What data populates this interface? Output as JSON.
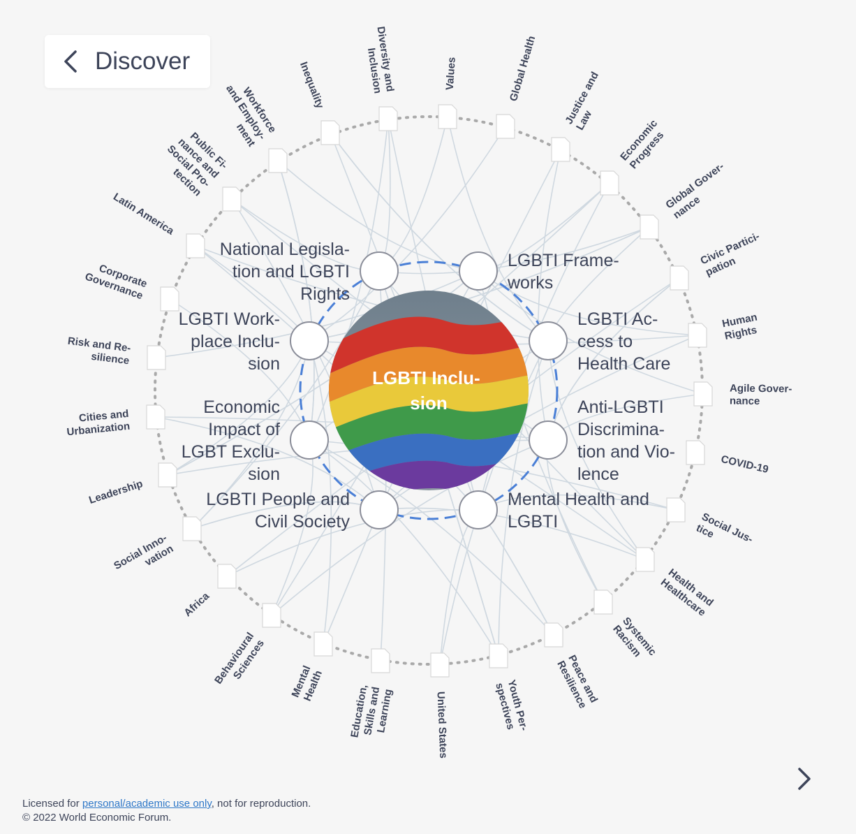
{
  "header": {
    "back_label": "Discover"
  },
  "center": {
    "title_lines": [
      "LGBTI Inclu-",
      "sion"
    ]
  },
  "key_issues": [
    {
      "lines": [
        "National Legisla-",
        "tion and LGBTI",
        "Rights"
      ]
    },
    {
      "lines": [
        "LGBTI Frame-",
        "works"
      ]
    },
    {
      "lines": [
        "LGBTI Ac-",
        "cess to",
        "Health Care"
      ]
    },
    {
      "lines": [
        "Anti-LGBTI",
        "Discrimina-",
        "tion and Vio-",
        "lence"
      ]
    },
    {
      "lines": [
        "Mental Health and",
        "LGBTI"
      ]
    },
    {
      "lines": [
        "LGBTI People and",
        "Civil Society"
      ]
    },
    {
      "lines": [
        "Economic",
        "Impact of",
        "LGBT Exclu-",
        "sion"
      ]
    },
    {
      "lines": [
        "LGBTI Work-",
        "place Inclu-",
        "sion"
      ]
    }
  ],
  "topics": [
    {
      "lines": [
        "Values"
      ]
    },
    {
      "lines": [
        "Global Health"
      ]
    },
    {
      "lines": [
        "Justice and",
        "Law"
      ]
    },
    {
      "lines": [
        "Economic",
        "Progress"
      ]
    },
    {
      "lines": [
        "Global Gover-",
        "nance"
      ]
    },
    {
      "lines": [
        "Civic Partici-",
        "pation"
      ]
    },
    {
      "lines": [
        "Human",
        "Rights"
      ]
    },
    {
      "lines": [
        "Agile Gover-",
        "nance"
      ]
    },
    {
      "lines": [
        "COVID-19"
      ]
    },
    {
      "lines": [
        "Social Jus-",
        "tice"
      ]
    },
    {
      "lines": [
        "Health and",
        "Healthcare"
      ]
    },
    {
      "lines": [
        "Systemic",
        "Racism"
      ]
    },
    {
      "lines": [
        "Peace and",
        "Resilience"
      ]
    },
    {
      "lines": [
        "Youth Per-",
        "spectives"
      ]
    },
    {
      "lines": [
        "United States"
      ]
    },
    {
      "lines": [
        "Education,",
        "Skills and",
        "Learning"
      ]
    },
    {
      "lines": [
        "Mental",
        "Health"
      ]
    },
    {
      "lines": [
        "Behavioural",
        "Sciences"
      ]
    },
    {
      "lines": [
        "Africa"
      ]
    },
    {
      "lines": [
        "Social Inno-",
        "vation"
      ]
    },
    {
      "lines": [
        "Leadership"
      ]
    },
    {
      "lines": [
        "Cities and",
        "Urbanization"
      ]
    },
    {
      "lines": [
        "Risk and Re-",
        "silience"
      ]
    },
    {
      "lines": [
        "Corporate",
        "Governance"
      ]
    },
    {
      "lines": [
        "Latin America"
      ]
    },
    {
      "lines": [
        "Public Fi-",
        "nance and",
        "Social Pro-",
        "tection"
      ]
    },
    {
      "lines": [
        "Workforce",
        "and Employ-",
        "ment"
      ]
    },
    {
      "lines": [
        "Inequality"
      ]
    },
    {
      "lines": [
        "Diversity and",
        "Inclusion"
      ]
    }
  ],
  "footer": {
    "prefix": "Licensed for ",
    "link": "personal/academic use only",
    "suffix": ", not for reproduction.",
    "copyright": "© 2022 World Economic Forum."
  },
  "colors": {
    "ring_dots": "#a9a9a9",
    "inner_ring": "#4a7fd6",
    "connector": "#cfd8e0",
    "text": "#3d4459"
  },
  "icons": {
    "back": "chevron-left-icon",
    "next": "chevron-right-icon",
    "topic_node": "document-icon",
    "issue_node": "circle-node-icon"
  }
}
